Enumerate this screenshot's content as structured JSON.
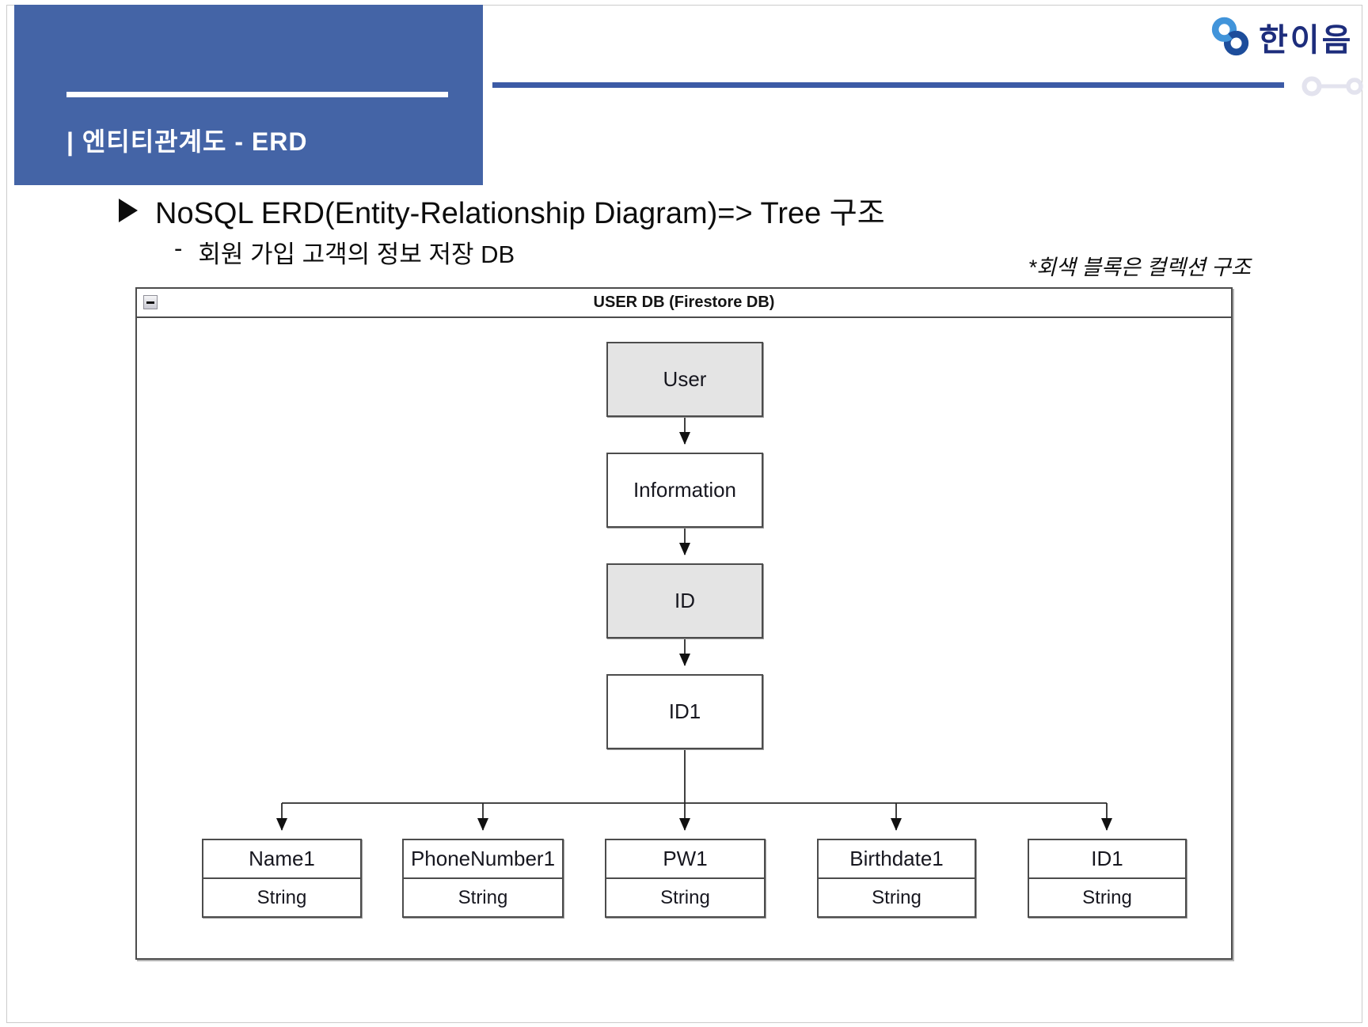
{
  "slide": {
    "title": "| 엔티티관계도 - ERD",
    "logo_text": "한이음",
    "bullet": "NoSQL ERD(Entity-Relationship Diagram)=> Tree 구조",
    "sub_bullet_dash": "-",
    "sub_bullet": "회원 가입 고객의 정보 저장 DB",
    "note": "*회색 블록은 컬렉션 구조"
  },
  "colors": {
    "title_box_blue": "#4464a6",
    "header_rule_blue": "#3c5ba6",
    "logo_navy": "#1d2d7c",
    "logo_light_blue": "#4194da",
    "collection_gray": "#e4e4e4",
    "node_border": "#4c4c4c"
  },
  "diagram": {
    "title": "USER DB (Firestore DB)",
    "collapse_icon": "minimize",
    "legend_note": "*회색 블록은 컬렉션 구조",
    "chain": [
      {
        "label": "User",
        "type": "collection"
      },
      {
        "label": "Information",
        "type": "document"
      },
      {
        "label": "ID",
        "type": "collection"
      },
      {
        "label": "ID1",
        "type": "document"
      }
    ],
    "leaves": [
      {
        "field": "Name1",
        "type": "String"
      },
      {
        "field": "PhoneNumber1",
        "type": "String"
      },
      {
        "field": "PW1",
        "type": "String"
      },
      {
        "field": "Birthdate1",
        "type": "String"
      },
      {
        "field": "ID1",
        "type": "String"
      }
    ]
  }
}
